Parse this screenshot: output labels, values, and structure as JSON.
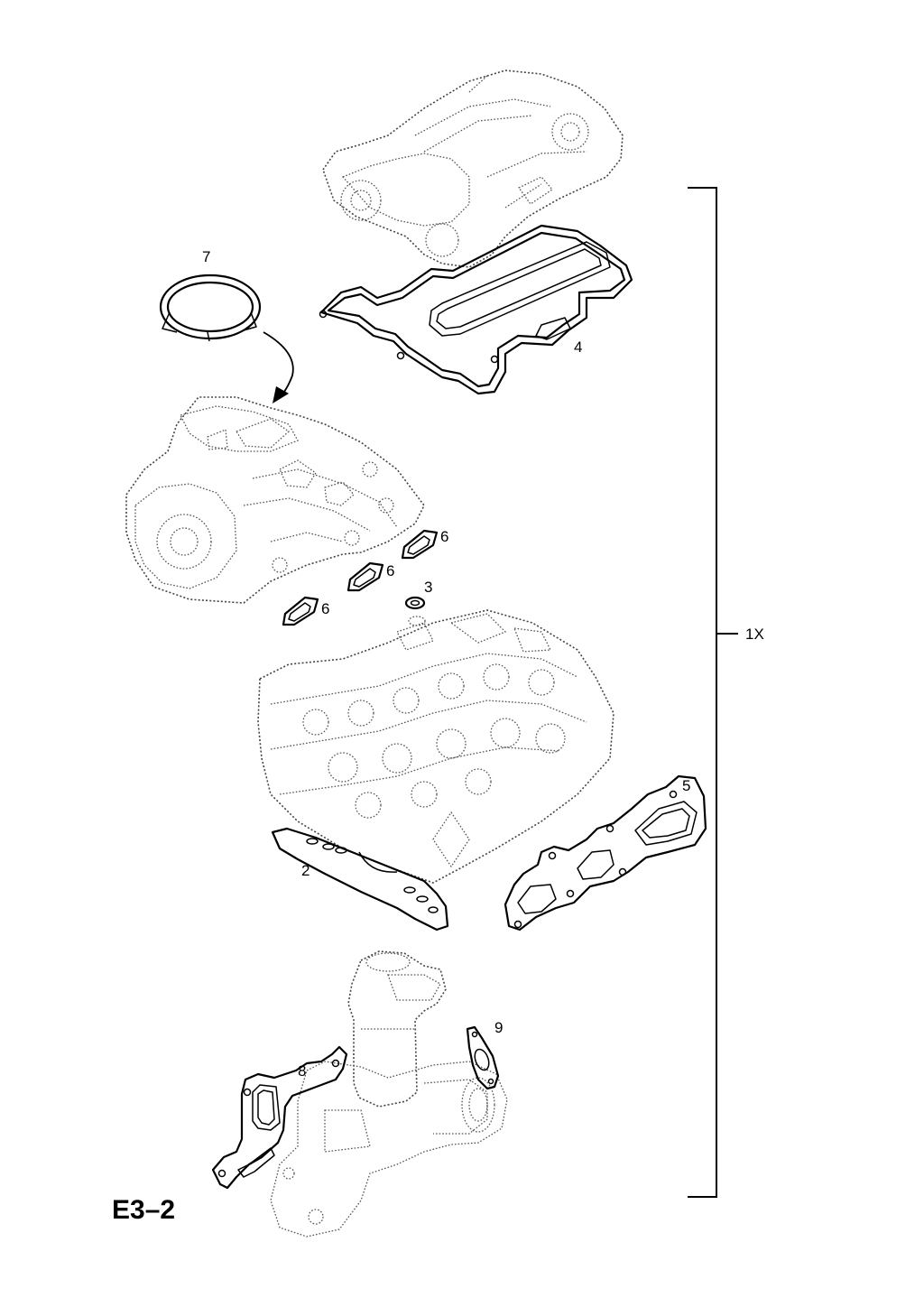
{
  "diagram": {
    "page_code": "E3–2",
    "quantity_label": "1X",
    "callouts": {
      "gasket_2": "2",
      "seal_3": "3",
      "valve_cover_gasket_4": "4",
      "exhaust_manifold_gasket_5": "5",
      "intake_port_seal_6a": "6",
      "intake_port_seal_6b": "6",
      "intake_port_seal_6c": "6",
      "throttle_seal_ring_7": "7",
      "egr_gasket_8": "8",
      "egr_gasket_9": "9"
    }
  }
}
